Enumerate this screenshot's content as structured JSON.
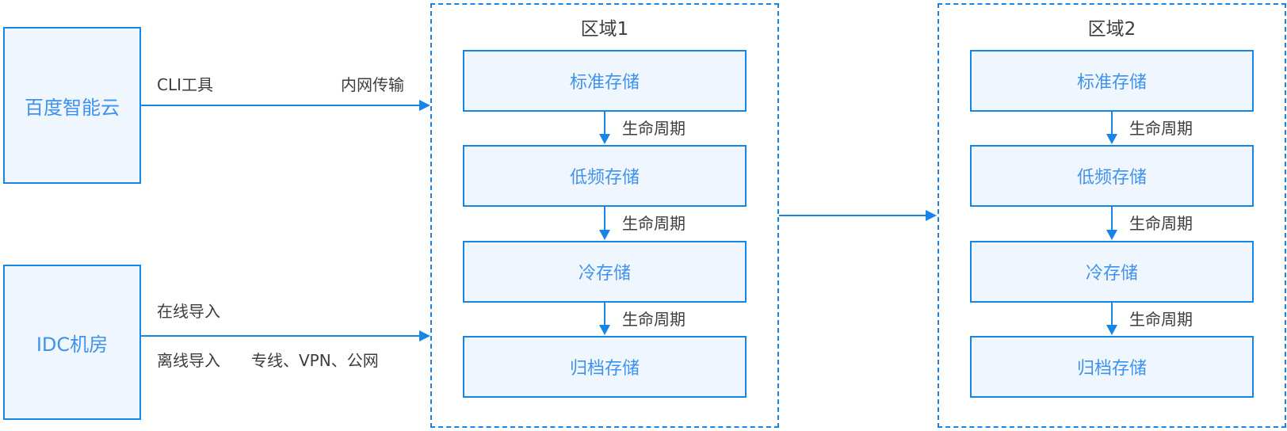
{
  "nodes": {
    "baidu": "百度智能云",
    "idc": "IDC机房"
  },
  "edges": {
    "baidu_to_region1": {
      "tool": "CLI工具",
      "transfer": "内网传输"
    },
    "idc_to_region1": {
      "online": "在线导入",
      "offline": "离线导入",
      "links": "专线、VPN、公网"
    },
    "lifecycle": "生命周期"
  },
  "regions": {
    "region1": {
      "title": "区域1",
      "tiers": [
        "标准存储",
        "低频存储",
        "冷存储",
        "归档存储"
      ]
    },
    "region2": {
      "title": "区域2",
      "tiers": [
        "标准存储",
        "低频存储",
        "冷存储",
        "归档存储"
      ]
    }
  },
  "colors": {
    "accent_blue": "#1585e8",
    "tier_text_blue": "#3e92ee",
    "box_fill": "#f0f6fd",
    "label_dark": "#3d3d3d",
    "background": "#ffffff"
  }
}
